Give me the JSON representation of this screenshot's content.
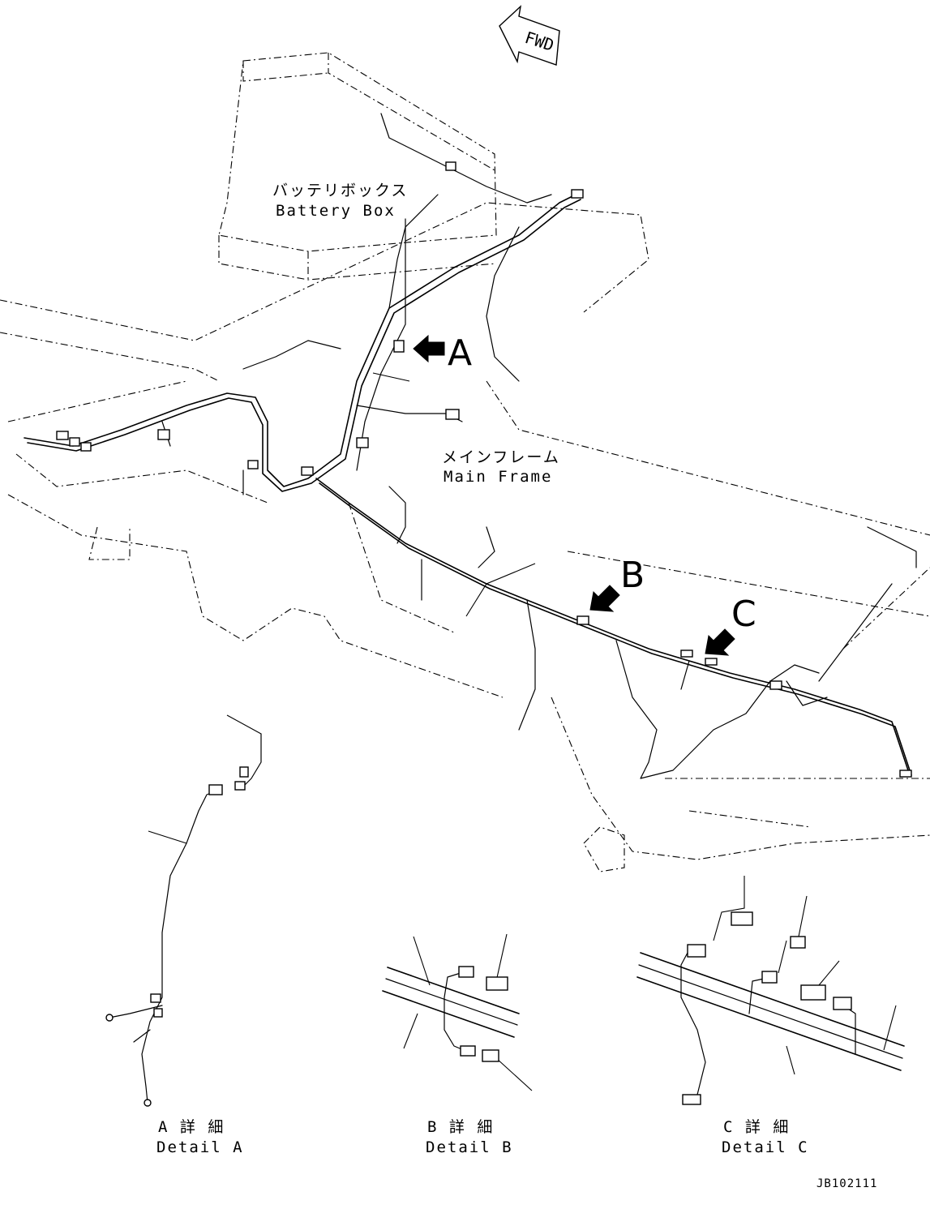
{
  "fwd_marker": "FWD",
  "labels": {
    "battery_box_jp": "バッテリボックス",
    "battery_box_en": "Battery Box",
    "main_frame_jp": "メインフレーム",
    "main_frame_en": "Main Frame"
  },
  "callouts": {
    "a": "A",
    "b": "B",
    "c": "C"
  },
  "details": {
    "a_jp": "A 詳 細",
    "a_en": "Detail A",
    "b_jp": "B 詳 細",
    "b_en": "Detail B",
    "c_jp": "C 詳 細",
    "c_en": "Detail C"
  },
  "drawing_code": "JB102111"
}
